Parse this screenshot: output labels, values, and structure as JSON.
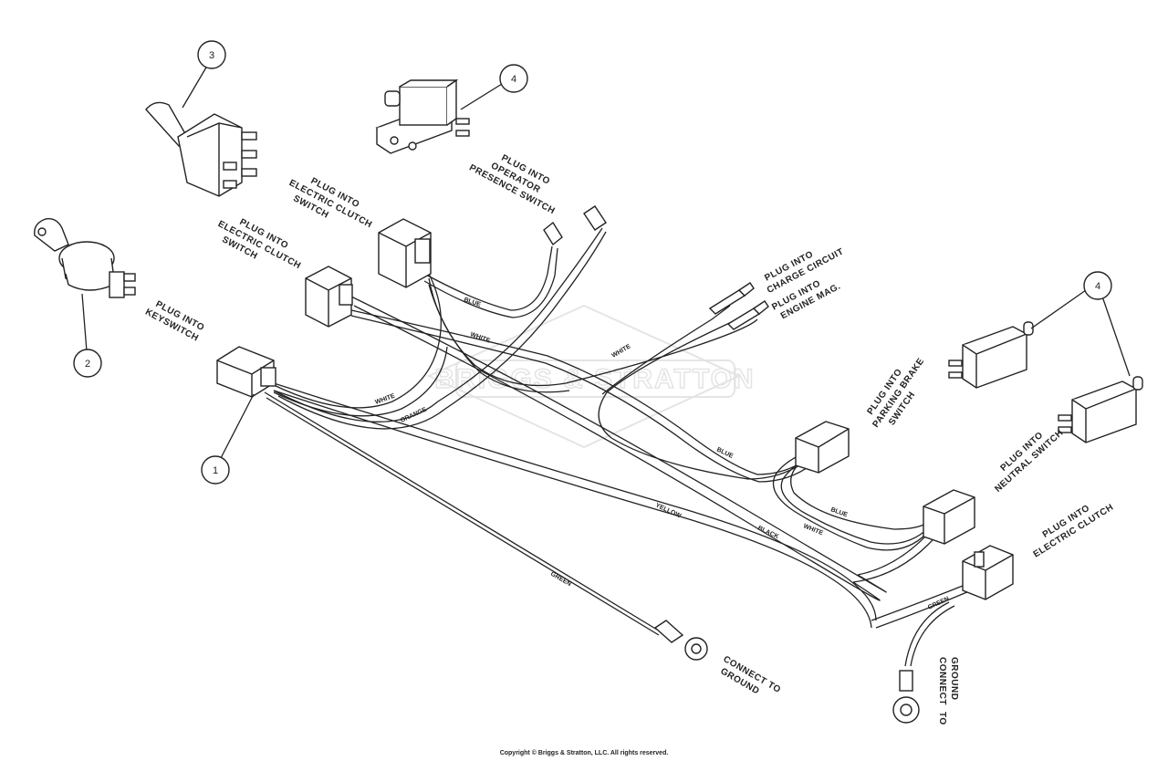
{
  "watermark": {
    "text": "BRIGGS & STRATTON",
    "color": "#e2e2e2"
  },
  "callouts": [
    "1",
    "2",
    "3",
    "4",
    "4"
  ],
  "labels": {
    "plug_keyswitch": [
      "PLUG INTO",
      "KEYSWITCH"
    ],
    "plug_elec_clutch_switch_upper": [
      "PLUG INTO",
      "ELECTRIC CLUTCH",
      "SWITCH"
    ],
    "plug_elec_clutch_switch_lower": [
      "PLUG INTO",
      "ELECTRIC CLUTCH",
      "SWITCH"
    ],
    "plug_operator": [
      "PLUG INTO",
      "OPERATOR",
      "PRESENCE SWITCH"
    ],
    "plug_charge": [
      "PLUG INTO",
      "CHARGE CIRCUIT"
    ],
    "plug_engine": [
      "PLUG INTO",
      "ENGINE MAG."
    ],
    "plug_parking": [
      "PLUG INTO",
      "PARKING BRAKE",
      "SWITCH"
    ],
    "plug_neutral": [
      "PLUG INTO",
      "NEUTRAL SWITCH"
    ],
    "plug_clutch": [
      "PLUG INTO",
      "ELECTRIC CLUTCH"
    ],
    "ground_left": [
      "CONNECT TO",
      "GROUND"
    ],
    "ground_right": [
      "CONNECT",
      "TO",
      "GROUND"
    ]
  },
  "wire_colors": {
    "blue": "BLUE",
    "white": "WHITE",
    "orange": "ORANGE",
    "yellow": "YELLOW",
    "black": "BLACK",
    "green": "GREEN"
  },
  "copyright": "Copyright © Briggs & Stratton, LLC. All rights reserved."
}
